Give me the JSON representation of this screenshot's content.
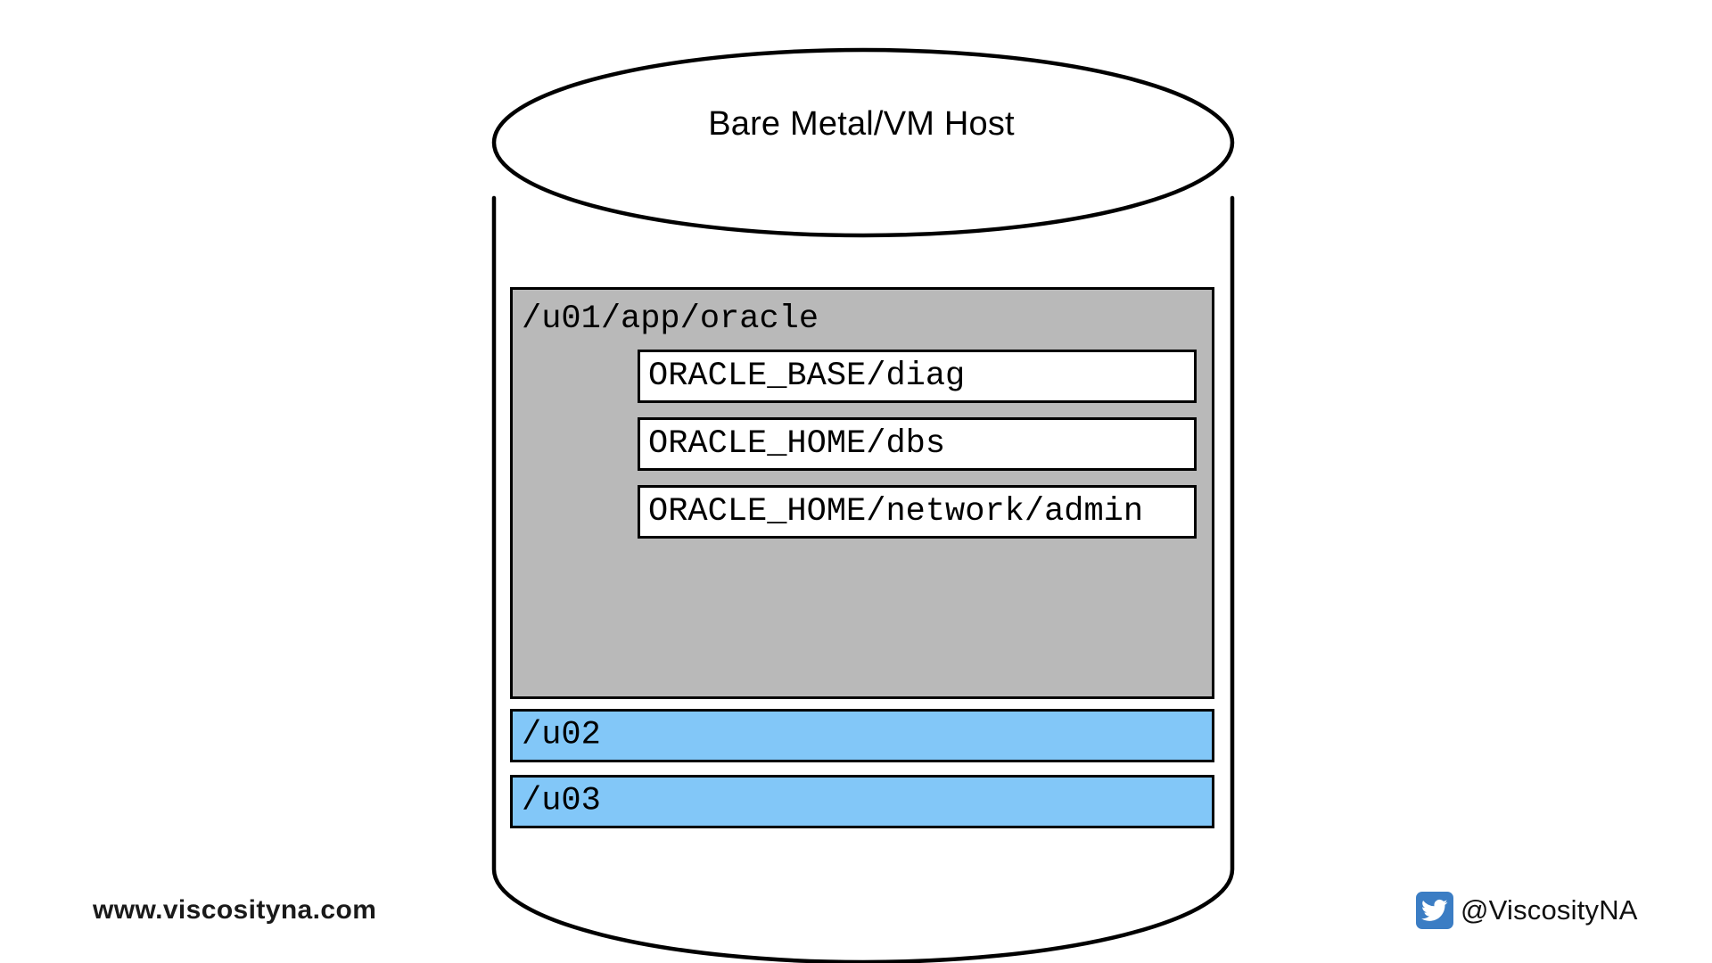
{
  "diagram": {
    "title": "Bare Metal/VM Host",
    "shape": "cylinder",
    "mounts": [
      {
        "id": "u01",
        "label": "/u01/app/oracle",
        "color": "#b9b9b9",
        "children": [
          {
            "id": "diag",
            "label": "ORACLE_BASE/diag",
            "color": "#ffffff"
          },
          {
            "id": "dbs",
            "label": "ORACLE_HOME/dbs",
            "color": "#ffffff"
          },
          {
            "id": "network-admin",
            "label": "ORACLE_HOME/network/admin",
            "color": "#ffffff"
          }
        ]
      },
      {
        "id": "u02",
        "label": "/u02",
        "color": "#82c7f8",
        "children": []
      },
      {
        "id": "u03",
        "label": "/u03",
        "color": "#82c7f8",
        "children": []
      }
    ]
  },
  "footer": {
    "website": "www.viscosityna.com",
    "twitter_handle": "@ViscosityNA",
    "twitter_icon": "twitter-bird-icon",
    "twitter_brand_color": "#3b7dc4"
  }
}
